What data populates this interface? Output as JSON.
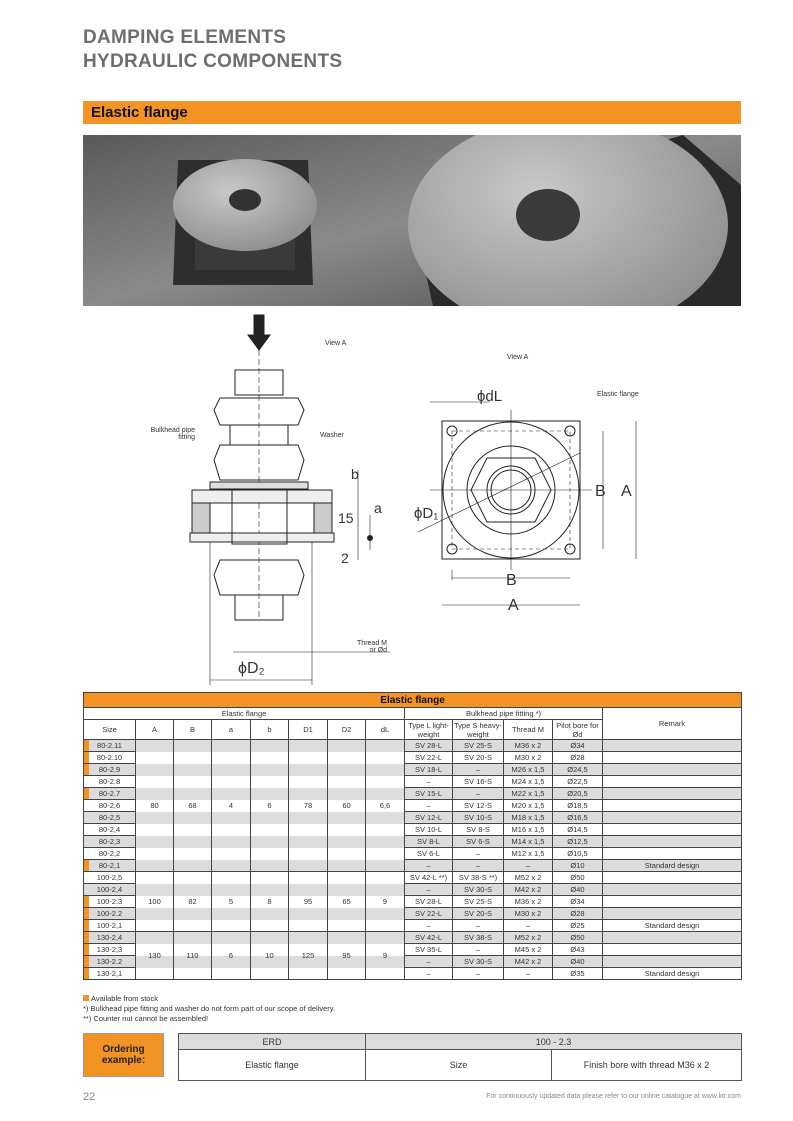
{
  "header": {
    "line1": "DAMPING ELEMENTS",
    "line2": "HYDRAULIC COMPONENTS"
  },
  "section": {
    "title": "Elastic flange"
  },
  "drawing": {
    "view_a_side": "View A",
    "view_a_top": "View A",
    "bulkhead_label_1": "Bulkhead pipe",
    "bulkhead_label_2": "fitting",
    "washer": "Washer",
    "elastic_flange": "Elastic flange",
    "thread_1": "Thread M",
    "thread_2": "or Ød",
    "dim_b": "b",
    "dim_15": "15",
    "dim_a": "a",
    "dim_2": "2",
    "dim_D2": "ϕD₂",
    "dim_D1": "ϕD₁",
    "dim_dL": "ϕdL",
    "dim_B_h": "B",
    "dim_A_h": "A",
    "dim_B_v": "B",
    "dim_A_v": "A"
  },
  "table": {
    "caption": "Elastic flange",
    "group_flange": "Elastic flange",
    "group_fitting": "Bulkhead pipe fitting *)",
    "remark_header": "Remark",
    "columns": [
      "Size",
      "A",
      "B",
      "a",
      "b",
      "D1",
      "D2",
      "dL",
      "Type L light-weight",
      "Type S heavy-weight",
      "Thread M",
      "Pilot bore for Ød"
    ],
    "rows": [
      {
        "size": "80-2.11",
        "stock": true,
        "L": "SV 28-L",
        "S": "SV 25-S",
        "M": "M36 x 2",
        "bore": "Ø34",
        "remark": ""
      },
      {
        "size": "80-2.10",
        "stock": true,
        "L": "SV 22-L",
        "S": "SV 20-S",
        "M": "M30 x 2",
        "bore": "Ø28",
        "remark": ""
      },
      {
        "size": "80-2.9",
        "stock": true,
        "L": "SV 18-L",
        "S": "–",
        "M": "M26 x 1,5",
        "bore": "Ø24,5",
        "remark": ""
      },
      {
        "size": "80-2.8",
        "stock": false,
        "L": "–",
        "S": "SV 16-S",
        "M": "M24 x 1,5",
        "bore": "Ø22,5",
        "remark": ""
      },
      {
        "size": "80-2.7",
        "stock": true,
        "L": "SV 15-L",
        "S": "–",
        "M": "M22 x 1,5",
        "bore": "Ø20,5",
        "remark": ""
      },
      {
        "size": "80-2,6",
        "stock": false,
        "L": "–",
        "S": "SV 12-S",
        "M": "M20 x 1,5",
        "bore": "Ø18,5",
        "remark": ""
      },
      {
        "size": "80-2,5",
        "stock": false,
        "L": "SV 12-L",
        "S": "SV 10-S",
        "M": "M18 x 1,5",
        "bore": "Ø16,5",
        "remark": ""
      },
      {
        "size": "80-2,4",
        "stock": false,
        "L": "SV 10-L",
        "S": "SV 8-S",
        "M": "M16 x 1,5",
        "bore": "Ø14,5",
        "remark": ""
      },
      {
        "size": "80-2,3",
        "stock": false,
        "L": "SV 8-L",
        "S": "SV 6-S",
        "M": "M14 x 1,5",
        "bore": "Ø12,5",
        "remark": ""
      },
      {
        "size": "80-2,2",
        "stock": false,
        "L": "SV 6-L",
        "S": "–",
        "M": "M12 x 1,5",
        "bore": "Ø10,5",
        "remark": ""
      },
      {
        "size": "80-2,1",
        "stock": true,
        "L": "–",
        "S": "–",
        "M": "–",
        "bore": "Ø10",
        "remark": "Standard design"
      },
      {
        "size": "100-2,5",
        "stock": false,
        "L": "SV 42-L **)",
        "S": "SV 38-S **)",
        "M": "M52 x 2",
        "bore": "Ø50",
        "remark": ""
      },
      {
        "size": "100-2,4",
        "stock": false,
        "L": "–",
        "S": "SV 30-S",
        "M": "M42 x 2",
        "bore": "Ø40",
        "remark": ""
      },
      {
        "size": "100-2.3",
        "stock": true,
        "L": "SV 28-L",
        "S": "SV 25-S",
        "M": "M36 x 2",
        "bore": "Ø34",
        "remark": ""
      },
      {
        "size": "100-2.2",
        "stock": true,
        "L": "SV 22-L",
        "S": "SV 20-S",
        "M": "M30 x 2",
        "bore": "Ø28",
        "remark": ""
      },
      {
        "size": "100-2,1",
        "stock": true,
        "L": "–",
        "S": "–",
        "M": "–",
        "bore": "Ø25",
        "remark": "Standard design"
      },
      {
        "size": "130-2,4",
        "stock": true,
        "L": "SV 42-L",
        "S": "SV 38-S",
        "M": "M52 x 2",
        "bore": "Ø50",
        "remark": ""
      },
      {
        "size": "130-2,3",
        "stock": true,
        "L": "SV 35-L",
        "S": "–",
        "M": "M45 x 2",
        "bore": "Ø43",
        "remark": ""
      },
      {
        "size": "130-2.2",
        "stock": true,
        "L": "–",
        "S": "SV 30-S",
        "M": "M42 x 2",
        "bore": "Ø40",
        "remark": ""
      },
      {
        "size": "130-2,1",
        "stock": true,
        "L": "–",
        "S": "–",
        "M": "–",
        "bore": "Ø35",
        "remark": "Standard design"
      }
    ],
    "groups": [
      {
        "start": 0,
        "end": 10,
        "value_row": 5,
        "low": false,
        "A": "80",
        "B": "68",
        "a": "4",
        "b": "6",
        "D1": "78",
        "D2": "60",
        "dL": "6,6"
      },
      {
        "start": 11,
        "end": 15,
        "value_row": 13,
        "low": false,
        "A": "100",
        "B": "82",
        "a": "5",
        "b": "8",
        "D1": "95",
        "D2": "65",
        "dL": "9"
      },
      {
        "start": 16,
        "end": 19,
        "value_row": 17,
        "low": true,
        "A": "130",
        "B": "110",
        "a": "6",
        "b": "10",
        "D1": "125",
        "D2": "95",
        "dL": "9"
      }
    ]
  },
  "footnotes": {
    "stock": "Available from stock",
    "note1": "*)  Bulkhead pipe fitting and washer do not form part of our scope of delivery.",
    "note2": "**) Counter nut cannot be assembled!"
  },
  "ordering": {
    "label_1": "Ordering",
    "label_2": "example:",
    "code_1": "ERD",
    "code_2": "100 - 2.3",
    "desc_1": "Elastic flange",
    "desc_2": "Size",
    "desc_3": "Finish bore with thread M36 x 2"
  },
  "footer": {
    "page": "22",
    "note": "For continuously updated data please refer to our online catalogue at www.ktr.com"
  },
  "colors": {
    "accent": "#f39323",
    "title_gray": "#6d6e71",
    "row_gray": "#dcdcdc"
  }
}
